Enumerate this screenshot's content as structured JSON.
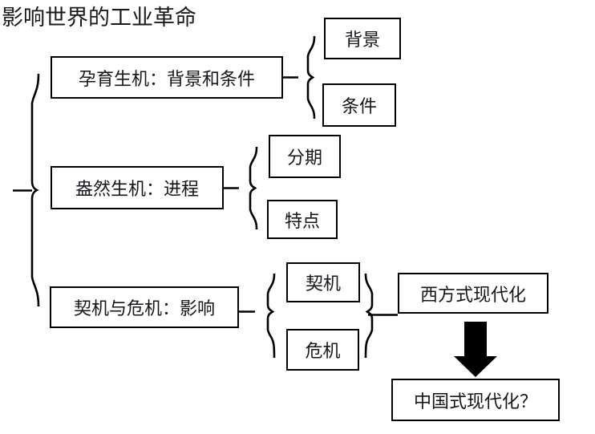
{
  "diagram": {
    "title": "影响世界的工业革命",
    "root_label": "影响世界的工业革命",
    "branches": [
      {
        "id": "branch-1",
        "label": "孕育生机：背景和条件",
        "children": [
          {
            "id": "node-background",
            "label": "背景"
          },
          {
            "id": "node-conditions",
            "label": "条件"
          }
        ]
      },
      {
        "id": "branch-2",
        "label": "盎然生机：进程",
        "children": [
          {
            "id": "node-stages",
            "label": "分期"
          },
          {
            "id": "node-features",
            "label": "特点"
          }
        ]
      },
      {
        "id": "branch-3",
        "label": "契机与危机：影响",
        "children": [
          {
            "id": "node-opportunity",
            "label": "契机"
          },
          {
            "id": "node-crisis",
            "label": "危机"
          }
        ]
      }
    ],
    "outcomes": [
      {
        "id": "node-western-modernization",
        "label": "西方式现代化"
      },
      {
        "id": "node-chinese-modernization",
        "label": "中国式现代化？"
      }
    ],
    "connector_icons": {
      "brace_main": "curly-brace-icon",
      "brace_branch_1": "curly-brace-icon",
      "brace_branch_2": "curly-brace-icon",
      "brace_branch_3_left": "curly-brace-icon",
      "brace_branch_3_right": "curly-brace-reversed-icon",
      "arrow": "down-arrow-icon"
    },
    "colors": {
      "line": "#000000",
      "box_border": "#000000",
      "text": "#15161a",
      "background": "#ffffff",
      "arrow_fill": "#000000"
    }
  }
}
